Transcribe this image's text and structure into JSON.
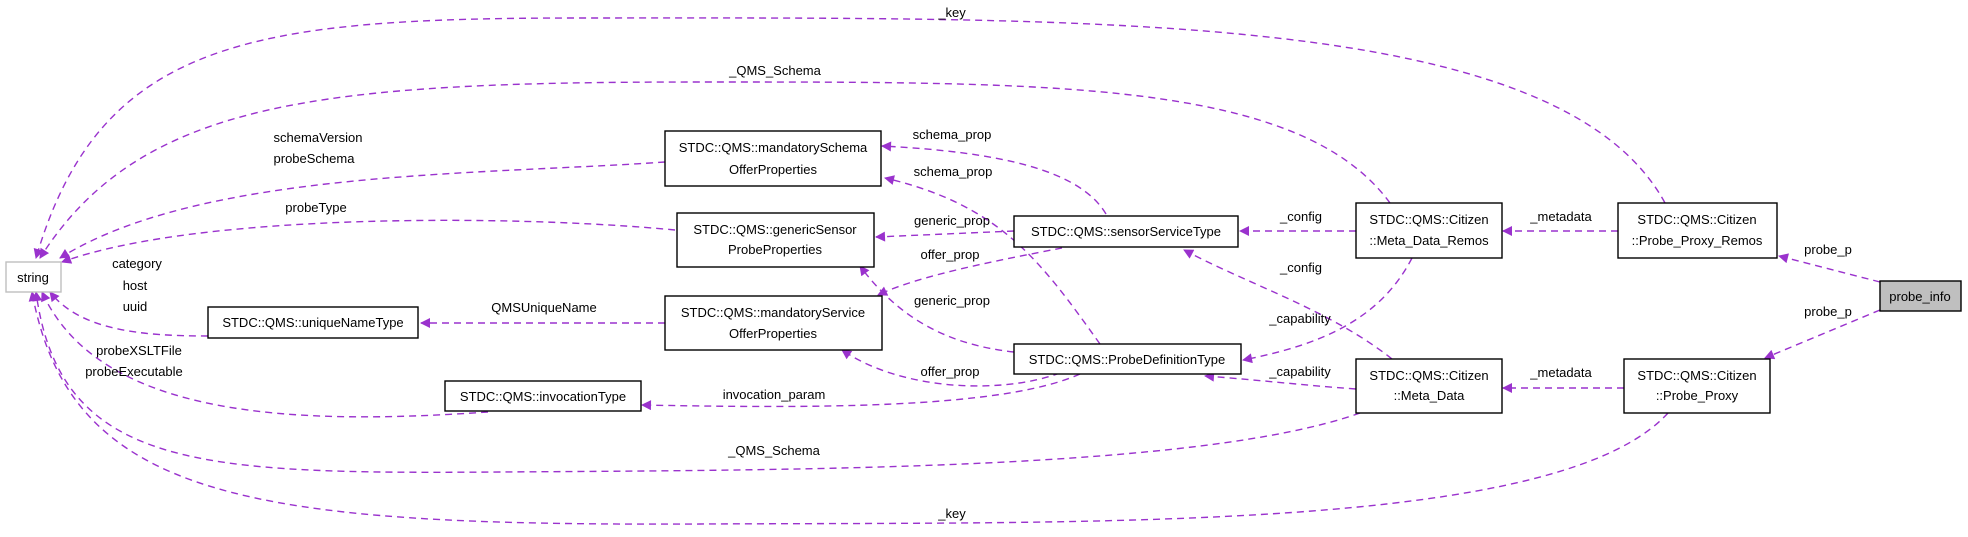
{
  "diagram": {
    "nodes": {
      "string": "string",
      "probe_info": "probe_info",
      "mand_schema_1": "STDC::QMS::mandatorySchema",
      "mand_schema_2": "OfferProperties",
      "generic_sensor_1": "STDC::QMS::genericSensor",
      "generic_sensor_2": "ProbeProperties",
      "mand_service_1": "STDC::QMS::mandatoryService",
      "mand_service_2": "OfferProperties",
      "unique_name": "STDC::QMS::uniqueNameType",
      "invocation": "STDC::QMS::invocationType",
      "sensor_service": "STDC::QMS::sensorServiceType",
      "probe_def": "STDC::QMS::ProbeDefinitionType",
      "meta_remos_1": "STDC::QMS::Citizen",
      "meta_remos_2": "::Meta_Data_Remos",
      "meta_data_1": "STDC::QMS::Citizen",
      "meta_data_2": "::Meta_Data",
      "proxy_remos_1": "STDC::QMS::Citizen",
      "proxy_remos_2": "::Probe_Proxy_Remos",
      "proxy_1": "STDC::QMS::Citizen",
      "proxy_2": "::Probe_Proxy"
    },
    "labels": {
      "key_top": "_key",
      "qms_schema_top": "_QMS_Schema",
      "schema_version": "schemaVersion",
      "probe_schema": "probeSchema",
      "probe_type": "probeType",
      "category": "category",
      "host": "host",
      "uuid": "uuid",
      "probe_xslt": "probeXSLTFile",
      "probe_exec": "probeExecutable",
      "schema_prop_1": "schema_prop",
      "schema_prop_2": "schema_prop",
      "generic_prop_1": "generic_prop",
      "generic_prop_2": "generic_prop",
      "offer_prop_1": "offer_prop",
      "offer_prop_2": "offer_prop",
      "qms_unique_name": "QMSUniqueName",
      "invocation_param": "invocation_param",
      "config_1": "_config",
      "config_2": "_config",
      "capability_1": "_capability",
      "capability_2": "_capability",
      "metadata_1": "_metadata",
      "metadata_2": "_metadata",
      "probe_p_1": "probe_p",
      "probe_p_2": "probe_p",
      "qms_schema_bottom": "_QMS_Schema",
      "key_bottom": "_key"
    },
    "colors": {
      "edge": "#9a32cd",
      "focus_fill": "#bfbfbf",
      "string_border": "#bfbfbf"
    }
  }
}
